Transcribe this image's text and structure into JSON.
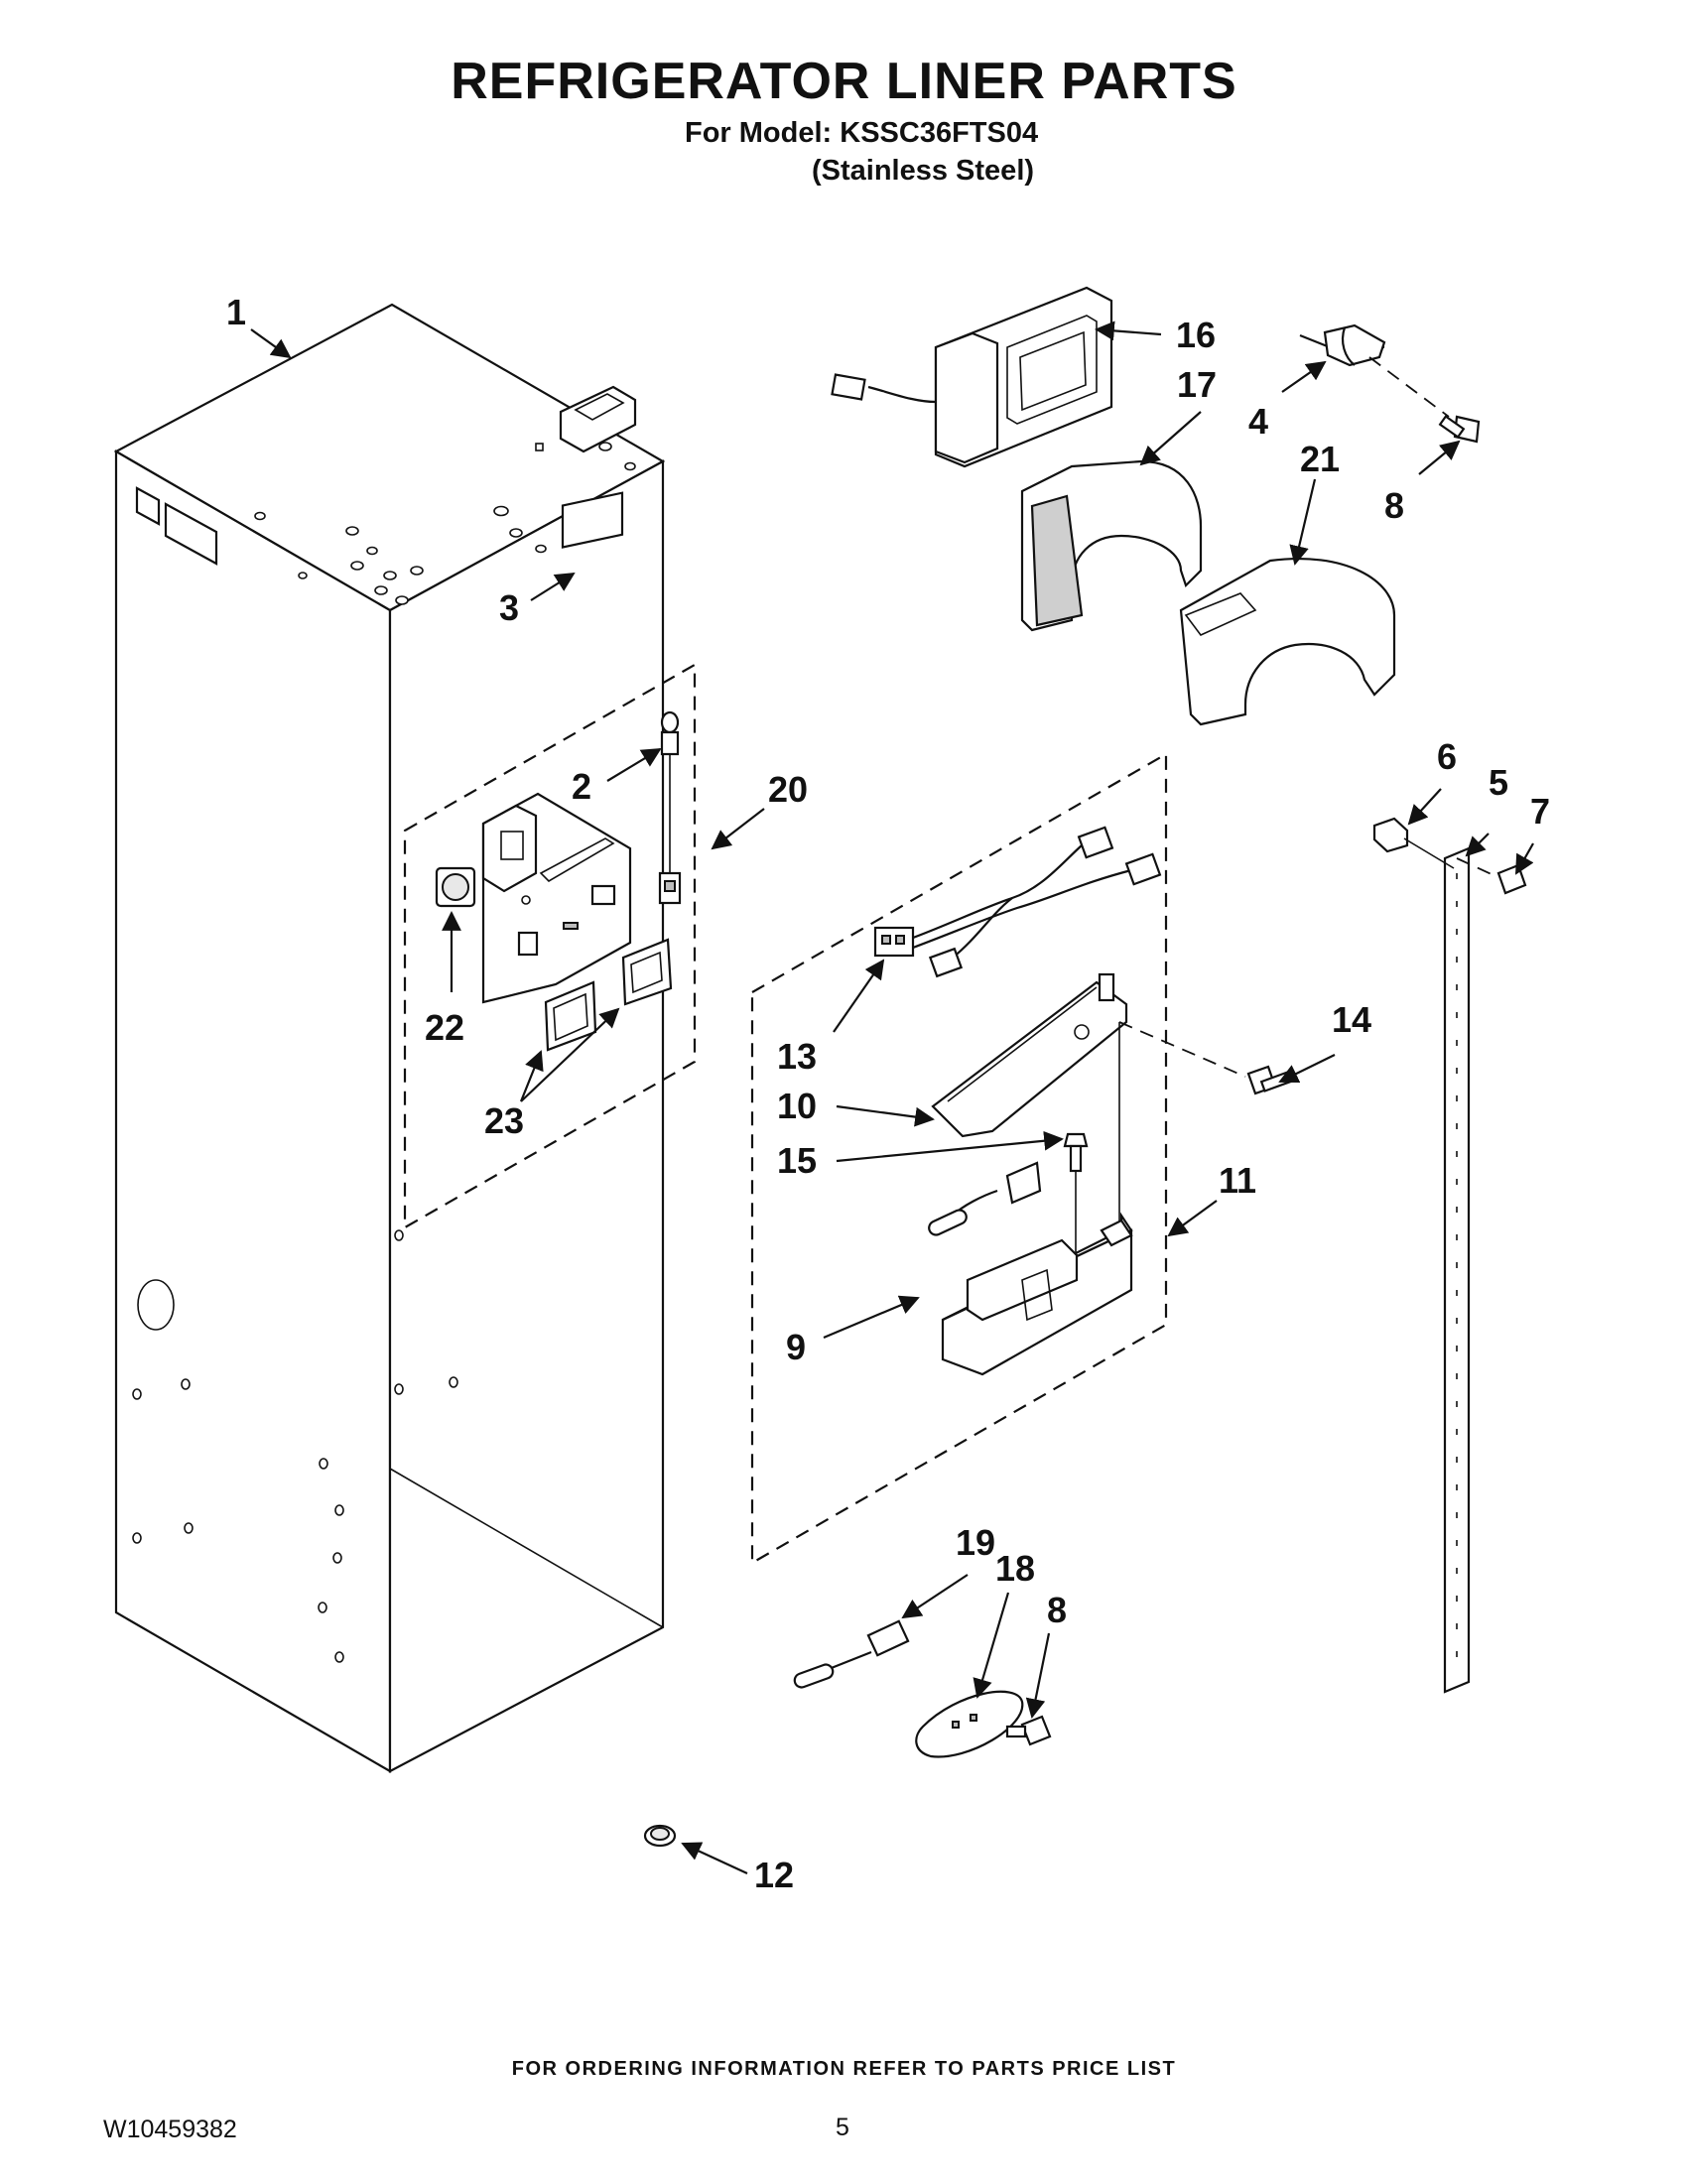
{
  "header": {
    "title": "REFRIGERATOR LINER PARTS",
    "model_line": "For Model: KSSC36FTS04",
    "variant_line": "(Stainless Steel)"
  },
  "footer": {
    "ordering_note": "FOR ORDERING INFORMATION REFER TO PARTS PRICE LIST",
    "document_id": "W10459382",
    "page_number": "5"
  },
  "callouts": [
    "1",
    "2",
    "3",
    "4",
    "5",
    "6",
    "7",
    "8",
    "8",
    "9",
    "10",
    "11",
    "12",
    "13",
    "14",
    "15",
    "16",
    "17",
    "18",
    "19",
    "20",
    "21",
    "22",
    "23"
  ]
}
